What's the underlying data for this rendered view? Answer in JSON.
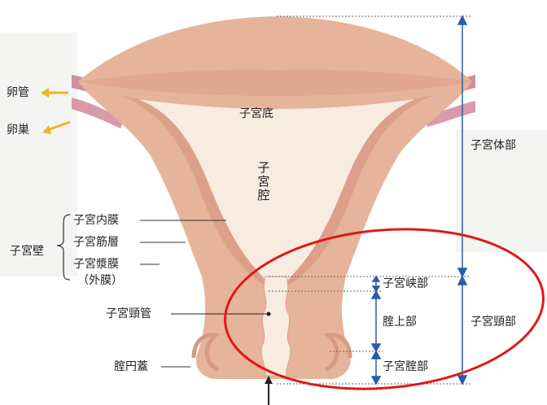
{
  "labels": {
    "oviduct": "卵管",
    "ovary": "卵巣",
    "fundus": "子宮底",
    "cavity_chars": [
      "子",
      "宮",
      "腔"
    ],
    "body": "子宮体部",
    "wall": "子宮壁",
    "endometrium": "子宮内膜",
    "myometrium": "子宮筋層",
    "serosa": "子宮漿膜",
    "serosa_alt": "（外膜）",
    "isthmus": "子宮峡部",
    "supravaginal": "腟上部",
    "cervix": "子宮頸部",
    "cervical_canal": "子宮頸管",
    "vaginal_portion": "子宮腟部",
    "vaginal_fornix": "腟円蓋"
  },
  "colors": {
    "body_tan": "#e6b49a",
    "cavity_light": "#f8ebe0",
    "endometrium_pink": "#dca08a",
    "arrow_yellow": "#f0b428",
    "measure_blue": "#2a5ca8",
    "highlight_red": "#e01818"
  }
}
